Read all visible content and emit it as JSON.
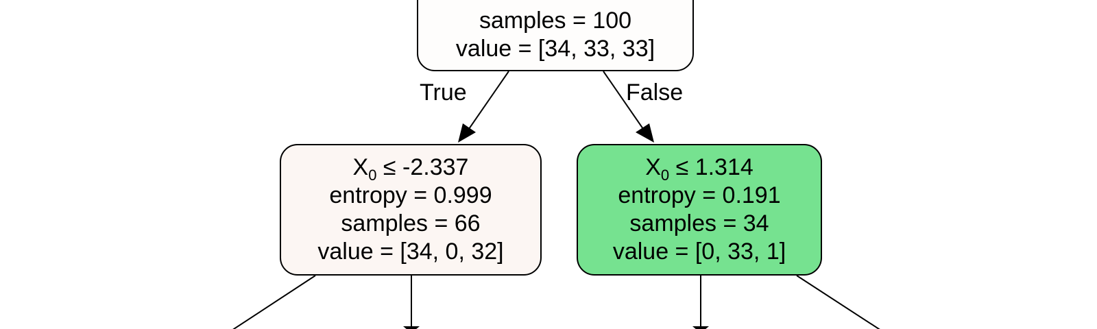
{
  "colors": {
    "root_fill": "#fefdfc",
    "left_fill": "#fcf6f3",
    "right_fill": "#76e290",
    "stroke": "#000000"
  },
  "nodes": {
    "root": {
      "visible_lines": [
        "samples = 100",
        "value = [34, 33, 33]"
      ]
    },
    "left": {
      "feature": "X",
      "feature_subscript": "0",
      "condition": " ≤ -2.337",
      "entropy": "entropy = 0.999",
      "samples": "samples = 66",
      "value": "value = [34, 0, 32]"
    },
    "right": {
      "feature": "X",
      "feature_subscript": "0",
      "condition": " ≤ 1.314",
      "entropy": "entropy = 0.191",
      "samples": "samples = 34",
      "value": "value = [0, 33, 1]"
    }
  },
  "edges": {
    "true_label": "True",
    "false_label": "False"
  }
}
